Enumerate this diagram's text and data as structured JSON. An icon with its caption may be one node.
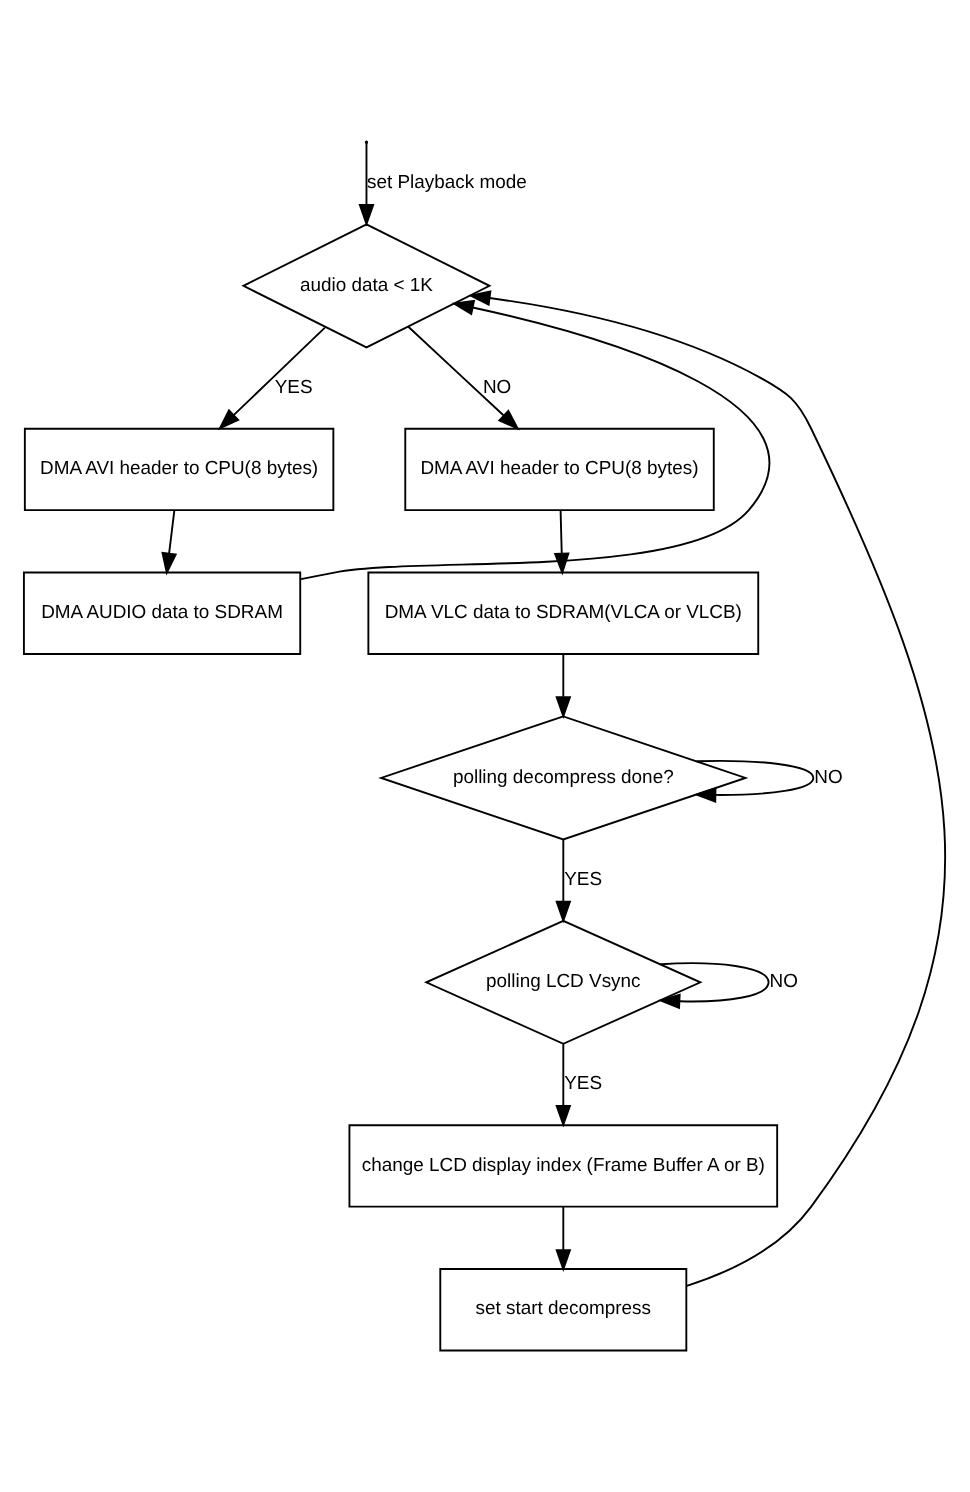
{
  "diagram": {
    "nodes": [
      {
        "text": [
          "audio data < 1K"
        ]
      },
      {
        "text": [
          "DMA AVI header to CPU(8 bytes)"
        ]
      },
      {
        "text": [
          "DMA AUDIO data to SDRAM"
        ]
      },
      {
        "text": [
          "DMA AVI header to CPU(8 bytes)"
        ]
      },
      {
        "text": [
          "DMA VLC data to SDRAM(VLCA or VLCB)"
        ]
      },
      {
        "text": [
          "polling decompress done?"
        ]
      },
      {
        "text": [
          "polling LCD Vsync"
        ]
      },
      {
        "text": [
          "change LCD display index (Frame Buffer A or B)"
        ]
      },
      {
        "text": [
          "set start decompress"
        ]
      }
    ],
    "edges": [
      {
        "from": null,
        "to": 0,
        "arrow": "to",
        "label": "set Playback mode"
      },
      {
        "from": 0,
        "to": 1,
        "arrow": "to",
        "label": "YES"
      },
      {
        "from": 1,
        "to": 2,
        "arrow": "to"
      },
      {
        "from": 2,
        "to": 0,
        "arrow": "to"
      },
      {
        "from": 0,
        "to": 3,
        "arrow": "to",
        "label": "NO"
      },
      {
        "from": 3,
        "to": 4,
        "arrow": "to"
      },
      {
        "from": 4,
        "to": 5,
        "arrow": "to"
      },
      {
        "from": 5,
        "to": 5,
        "arrow": "to",
        "label": "NO"
      },
      {
        "from": 5,
        "to": 6,
        "arrow": "to",
        "label": "YES"
      },
      {
        "from": 6,
        "to": 6,
        "arrow": "to",
        "label": "NO"
      },
      {
        "from": 6,
        "to": 7,
        "arrow": "to",
        "label": "YES"
      },
      {
        "from": 7,
        "to": 8,
        "arrow": "to"
      },
      {
        "from": 8,
        "to": 0,
        "arrow": "to"
      }
    ]
  }
}
